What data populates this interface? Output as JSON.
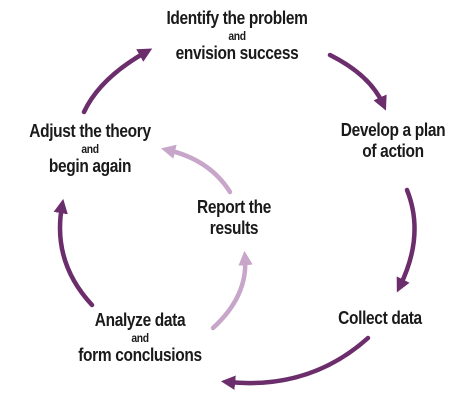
{
  "colors": {
    "outer_arrow": "#6b2d6b",
    "inner_arrow": "#c7a6c9",
    "text": "#1a1a1a"
  },
  "steps": {
    "identify": {
      "line1": "Identify the problem",
      "connector": "and",
      "line2": "envision success"
    },
    "develop": {
      "line1": "Develop a plan",
      "line2": "of action"
    },
    "collect": {
      "line1": "Collect data"
    },
    "analyze": {
      "line1": "Analyze data",
      "connector": "and",
      "line2": "form conclusions"
    },
    "adjust": {
      "line1": "Adjust the theory",
      "connector": "and",
      "line2": "begin again"
    },
    "report": {
      "line1": "Report the",
      "line2": "results"
    }
  }
}
